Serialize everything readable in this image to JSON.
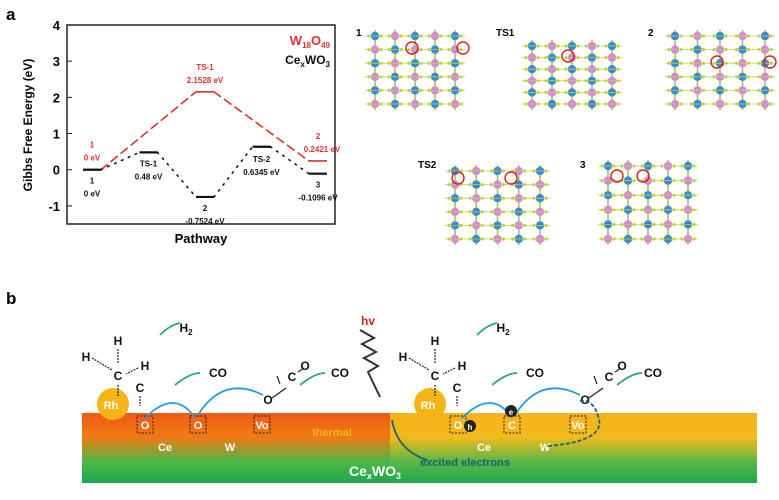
{
  "panel_a_label": "a",
  "panel_b_label": "b",
  "chart_data": {
    "type": "line",
    "title": "",
    "xlabel": "Pathway",
    "ylabel": "Gibbs Free Energy (eV)",
    "ylim": [
      -1.5,
      4
    ],
    "yticks": [
      "4",
      "3",
      "2",
      "1",
      "0",
      "-1"
    ],
    "ytick_values": [
      4,
      3,
      2,
      1,
      0,
      -1
    ],
    "legend": [
      "W18O49",
      "CexWO3"
    ],
    "legend_position": "top-right",
    "series": [
      {
        "name": "W18O49",
        "color": "#e0312f",
        "points": [
          {
            "x": 0,
            "y": 0,
            "name": "1",
            "label": "0 eV"
          },
          {
            "x": 2,
            "y": 2.1528,
            "name": "TS-1",
            "label": "2.1528 eV"
          },
          {
            "x": 4,
            "y": 0.2421,
            "name": "2",
            "label": "0.2421 eV"
          }
        ]
      },
      {
        "name": "CexWO3",
        "color": "#111111",
        "points": [
          {
            "x": 0,
            "y": 0,
            "name": "1",
            "label": "0 eV"
          },
          {
            "x": 1,
            "y": 0.48,
            "name": "TS-1",
            "label": "0.48 eV"
          },
          {
            "x": 2,
            "y": -0.7524,
            "name": "2",
            "label": "-0.7524 eV"
          },
          {
            "x": 3,
            "y": 0.6345,
            "name": "TS-2",
            "label": "0.6345 eV"
          },
          {
            "x": 4,
            "y": -0.1096,
            "name": "3",
            "label": "-0.1096 eV"
          }
        ]
      }
    ]
  },
  "structures": [
    "1",
    "TS1",
    "2",
    "TS2",
    "3"
  ],
  "scheme": {
    "rh": "Rh",
    "h": "H",
    "c": "C",
    "h2": "H",
    "h2_sub": "2",
    "co": "CO",
    "o": "O",
    "vo": "Vo",
    "ce": "Ce",
    "w": "W",
    "hv": "hv",
    "thermal": "thermal",
    "catalyst": "Ce",
    "catalyst_sub1": "x",
    "catalyst_rest": "WO",
    "catalyst_sub2": "3",
    "excited": "excited electrons",
    "hole": "h",
    "electron": "e"
  }
}
